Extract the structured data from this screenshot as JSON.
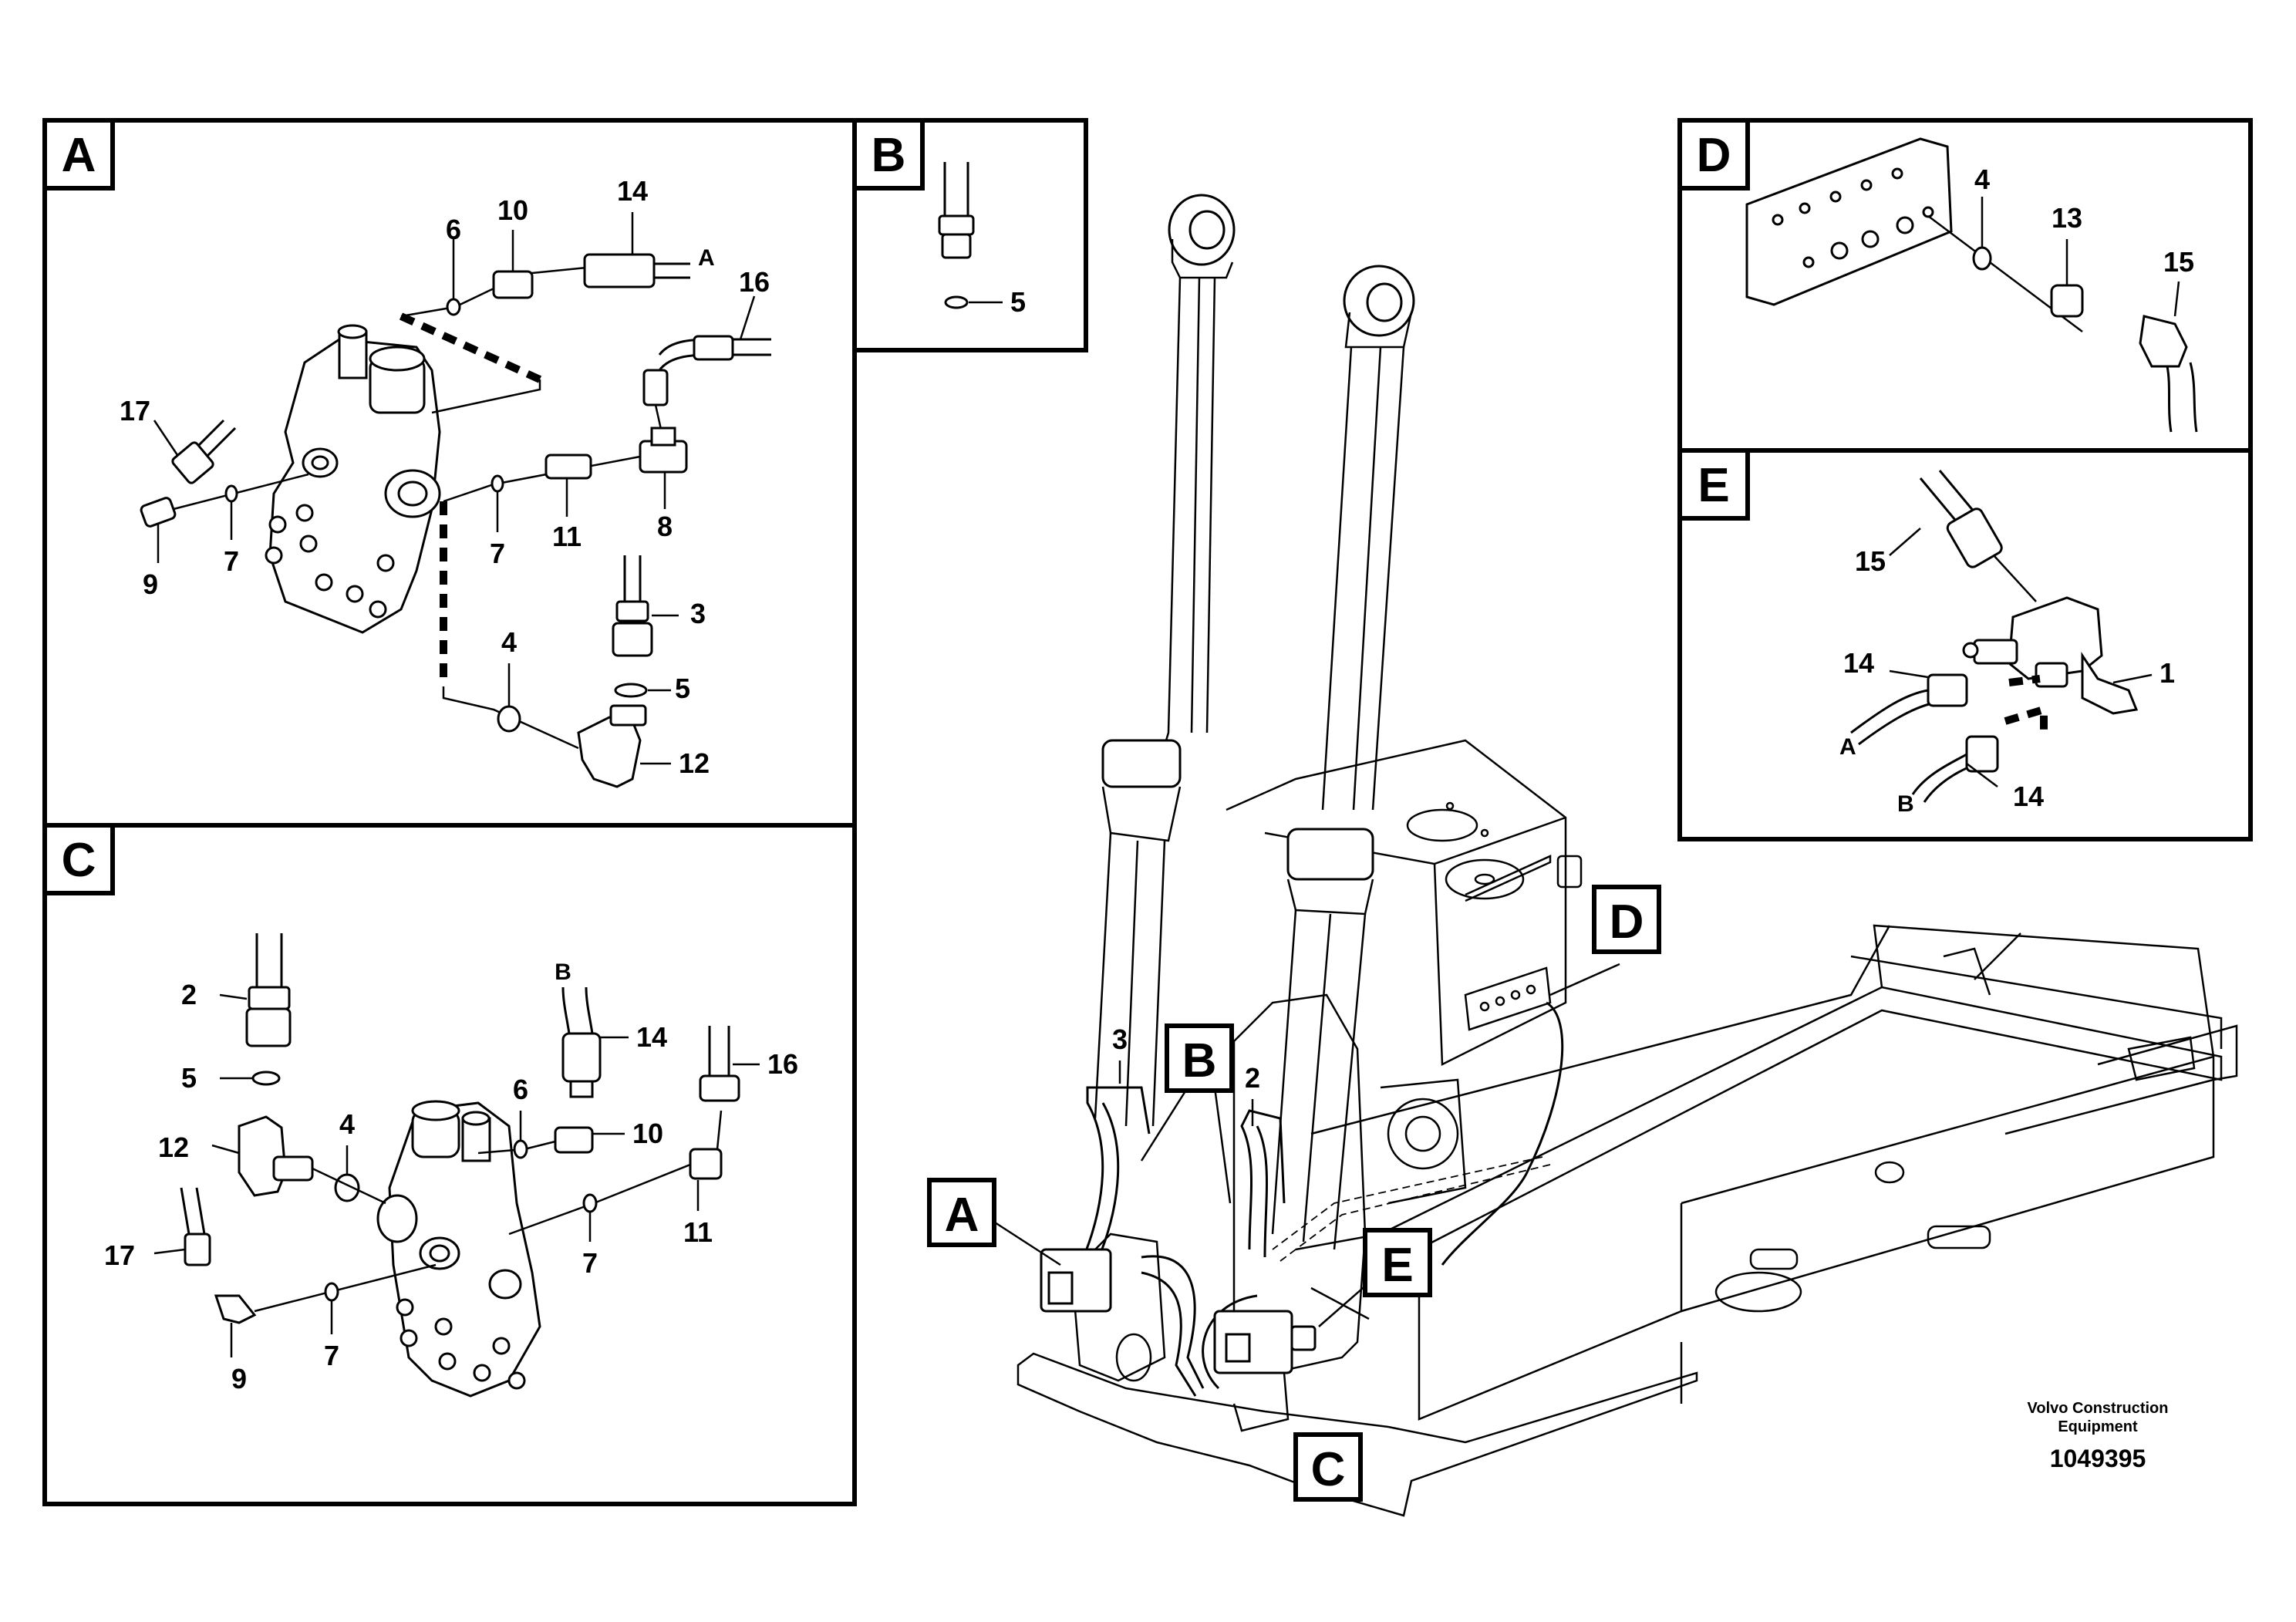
{
  "panels": {
    "A": {
      "label": "A",
      "callouts": {
        "c6": "6",
        "c10": "10",
        "c14": "14",
        "c16": "16",
        "c17": "17",
        "c9": "9",
        "c7a": "7",
        "c7b": "7",
        "c11": "11",
        "c8": "8",
        "c3": "3",
        "c4": "4",
        "c5": "5",
        "c12": "12"
      },
      "hose_end": "A"
    },
    "B": {
      "label": "B",
      "callouts": {
        "c5": "5"
      }
    },
    "C": {
      "label": "C",
      "callouts": {
        "c2": "2",
        "c5": "5",
        "c12": "12",
        "c4": "4",
        "c6": "6",
        "c14": "14",
        "c10": "10",
        "c16": "16",
        "c11": "11",
        "c7a": "7",
        "c7b": "7",
        "c17": "17",
        "c9": "9"
      },
      "hose_end": "B"
    },
    "D": {
      "label": "D",
      "callouts": {
        "c4": "4",
        "c13": "13",
        "c15": "15"
      }
    },
    "E": {
      "label": "E",
      "callouts": {
        "c15": "15",
        "c14a": "14",
        "c1": "1",
        "c14b": "14"
      },
      "hose_end_a": "A",
      "hose_end_b": "B"
    }
  },
  "main_view": {
    "markers": {
      "A": "A",
      "B": "B",
      "C": "C",
      "D": "D",
      "E": "E"
    },
    "callouts": {
      "c3": "3",
      "c2": "2"
    }
  },
  "footer": {
    "credit_line1": "Volvo Construction",
    "credit_line2": "Equipment",
    "document_number": "1049395"
  }
}
